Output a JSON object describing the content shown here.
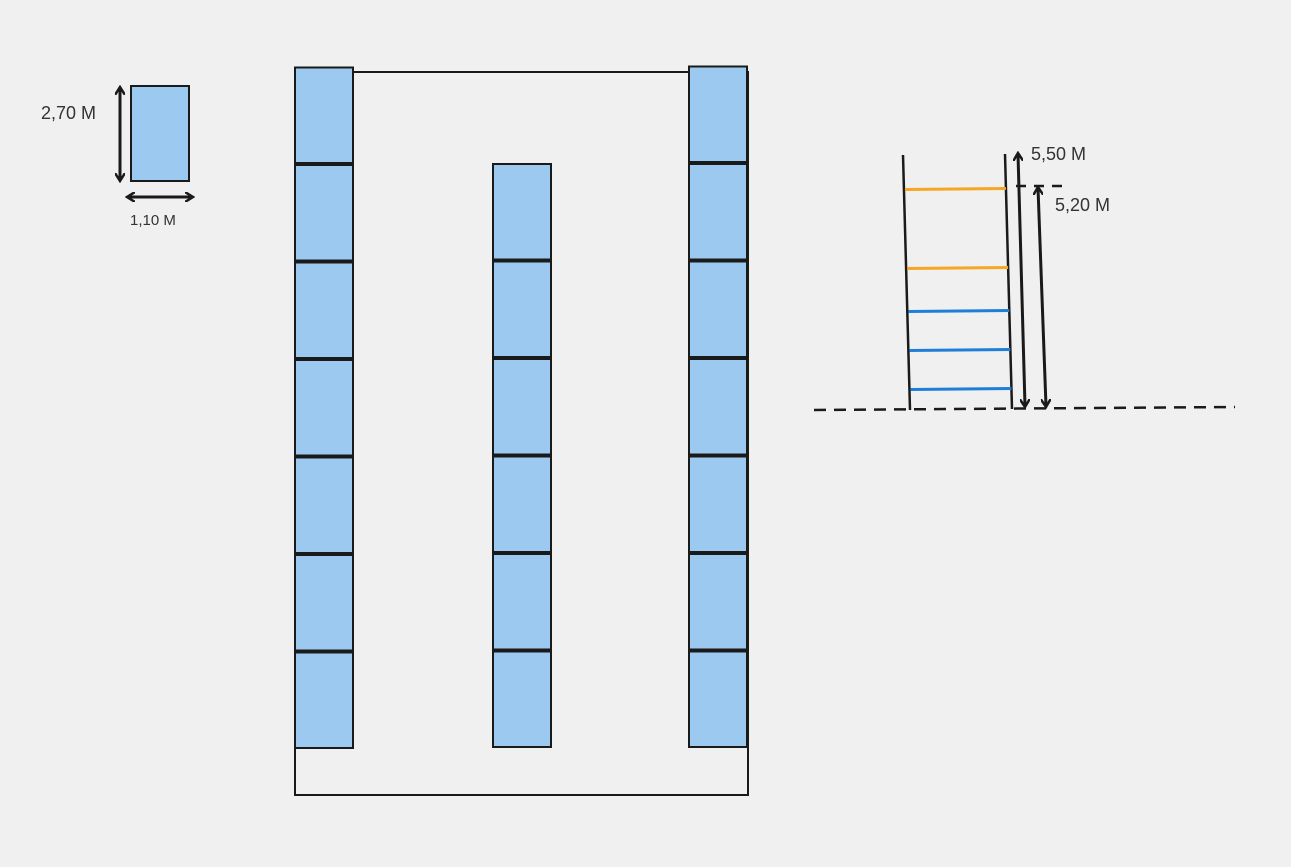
{
  "legend": {
    "height_label": "2,70 M",
    "width_label": "1,10 M"
  },
  "layout": {
    "left_column_spaces": 7,
    "middle_column_spaces": 6,
    "right_column_spaces": 7
  },
  "shelf": {
    "total_height_label": "5,50 M",
    "top_rung_height_label": "5,20 M",
    "rungs": [
      {
        "color": "#f5a623"
      },
      {
        "color": "#f5a623"
      },
      {
        "color": "#1f7fd8"
      },
      {
        "color": "#1f7fd8"
      },
      {
        "color": "#1f7fd8"
      }
    ]
  },
  "colors": {
    "space_fill": "#9bc9ef",
    "stroke": "#1a1a1a",
    "background": "#f0f0f0"
  }
}
